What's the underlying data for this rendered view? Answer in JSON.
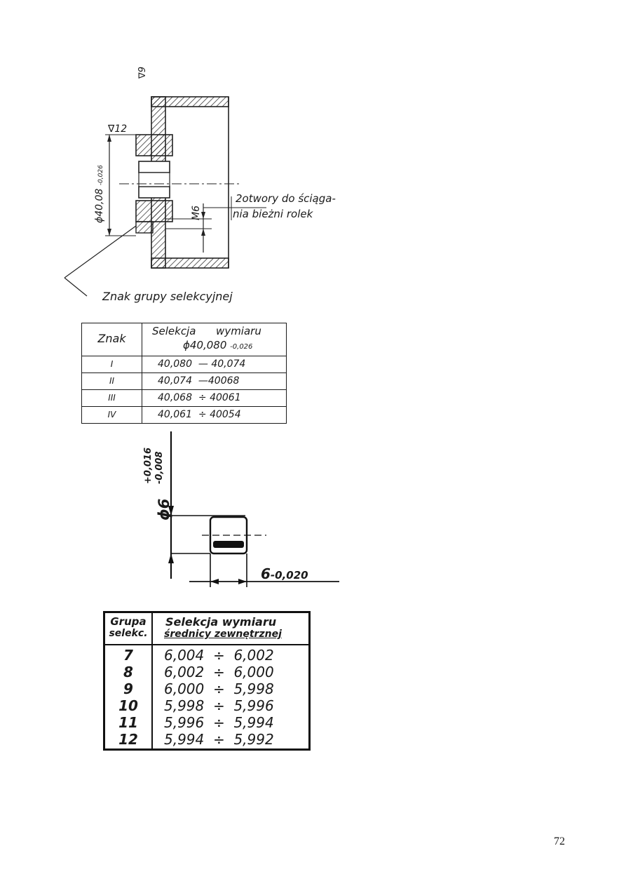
{
  "drawing1": {
    "roughness_top": "∇9",
    "roughness_left": "∇12",
    "diameter_dim": "ϕ40,08",
    "diameter_tol": "-0,026",
    "thread_label": "M6",
    "note_line1": "2otwory do ściąga-",
    "note_line2": "nia bieżni rolek",
    "caption": "Znak grupy selekcyjnej"
  },
  "table1": {
    "col1_header": "Znak",
    "col2_header_line1": "Selekcja      wymiaru",
    "col2_header_line2": "ϕ40,080",
    "col2_header_tol": "-0,026",
    "rows": [
      {
        "mark": "I",
        "range": "40,080  — 40,074"
      },
      {
        "mark": "II",
        "range": "40,074  —40068"
      },
      {
        "mark": "III",
        "range": "40,068  ÷ 40061"
      },
      {
        "mark": "IV",
        "range": "40,061  ÷ 40054"
      }
    ]
  },
  "drawing2": {
    "diameter_dim": "ϕ6",
    "tol_upper": "+0,016",
    "tol_lower": "-0,008",
    "width_dim": "6",
    "width_tol": "-0,020"
  },
  "table2": {
    "col1_header_line1": "Grupa",
    "col1_header_line2": "selekc.",
    "col2_header_line1": "Selekcja wymiaru",
    "col2_header_line2": "średnicy zewnętrznej",
    "rows": [
      {
        "group": "7",
        "range": "6,004  ÷  6,002"
      },
      {
        "group": "8",
        "range": "6,002  ÷  6,000"
      },
      {
        "group": "9",
        "range": "6,000  ÷  5,998"
      },
      {
        "group": "10",
        "range": "5,998  ÷  5,996"
      },
      {
        "group": "11",
        "range": "5,996  ÷  5,994"
      },
      {
        "group": "12",
        "range": "5,994  ÷  5,992"
      }
    ]
  },
  "page_number": "72"
}
